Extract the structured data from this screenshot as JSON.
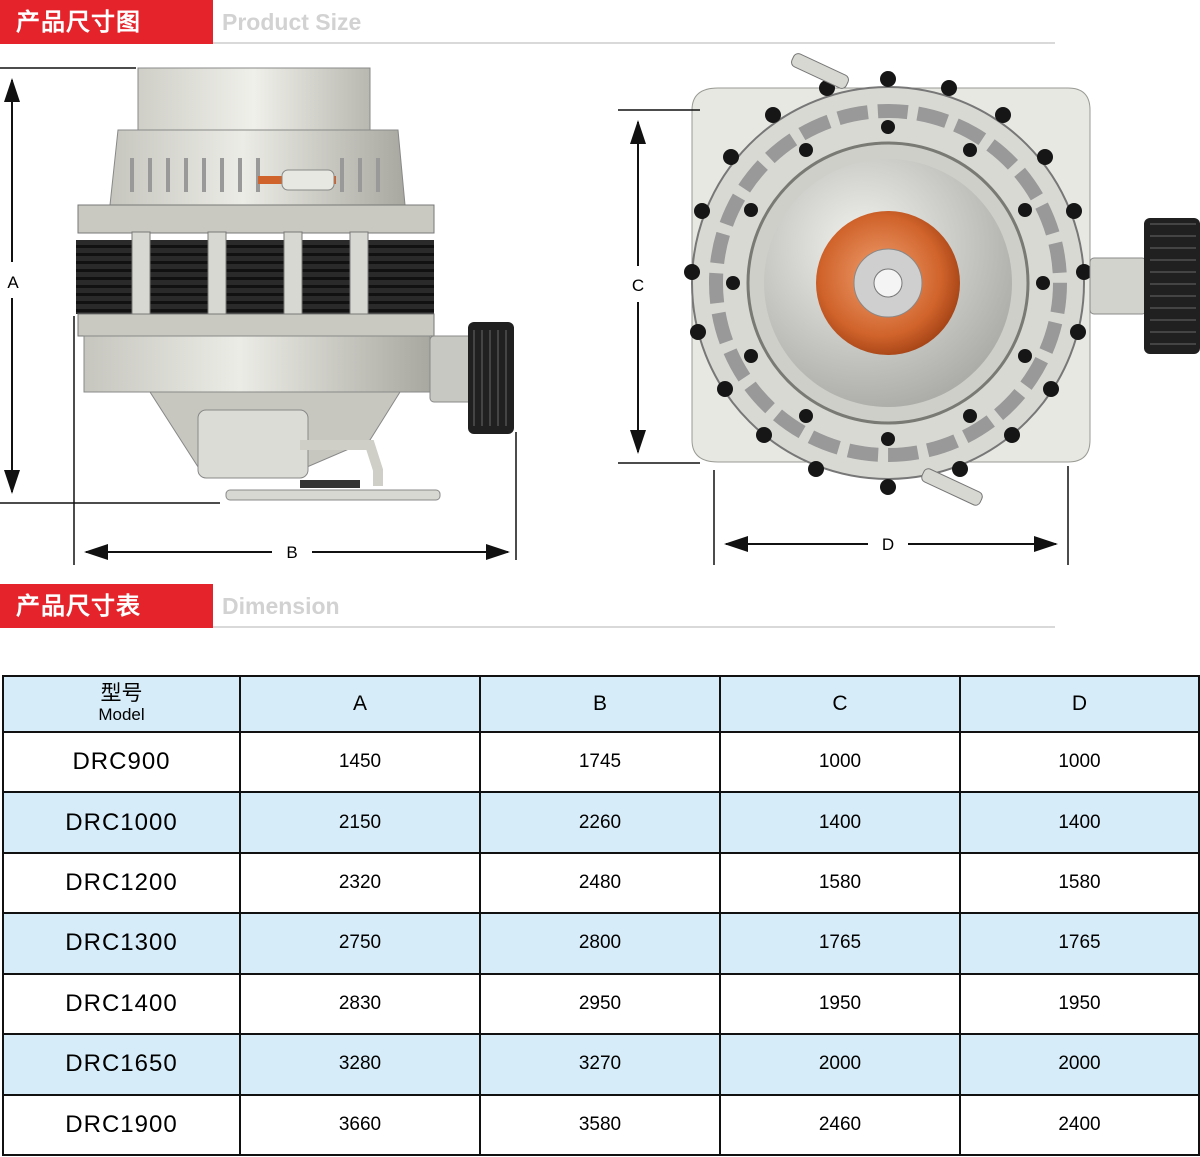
{
  "size_section": {
    "title_zh": "产品尺寸图",
    "title_en": "Product Size"
  },
  "dimension_labels": {
    "a": "A",
    "b": "B",
    "c": "C",
    "d": "D"
  },
  "table_section": {
    "title_zh": "产品尺寸表",
    "title_en": "Dimension"
  },
  "table": {
    "headers": {
      "model_zh": "型号",
      "model_en": "Model",
      "a": "A",
      "b": "B",
      "c": "C",
      "d": "D"
    },
    "rows": [
      {
        "model": "DRC900",
        "a": "1450",
        "b": "1745",
        "c": "1000",
        "d": "1000"
      },
      {
        "model": "DRC1000",
        "a": "2150",
        "b": "2260",
        "c": "1400",
        "d": "1400"
      },
      {
        "model": "DRC1200",
        "a": "2320",
        "b": "2480",
        "c": "1580",
        "d": "1580"
      },
      {
        "model": "DRC1300",
        "a": "2750",
        "b": "2800",
        "c": "1765",
        "d": "1765"
      },
      {
        "model": "DRC1400",
        "a": "2830",
        "b": "2950",
        "c": "1950",
        "d": "1950"
      },
      {
        "model": "DRC1650",
        "a": "3280",
        "b": "3270",
        "c": "2000",
        "d": "2000"
      },
      {
        "model": "DRC1900",
        "a": "3660",
        "b": "3580",
        "c": "2460",
        "d": "2400"
      }
    ]
  },
  "colors": {
    "accent_red": "#e4232b",
    "table_band": "#d6ecf8",
    "cone_orange": "#d0632b"
  }
}
